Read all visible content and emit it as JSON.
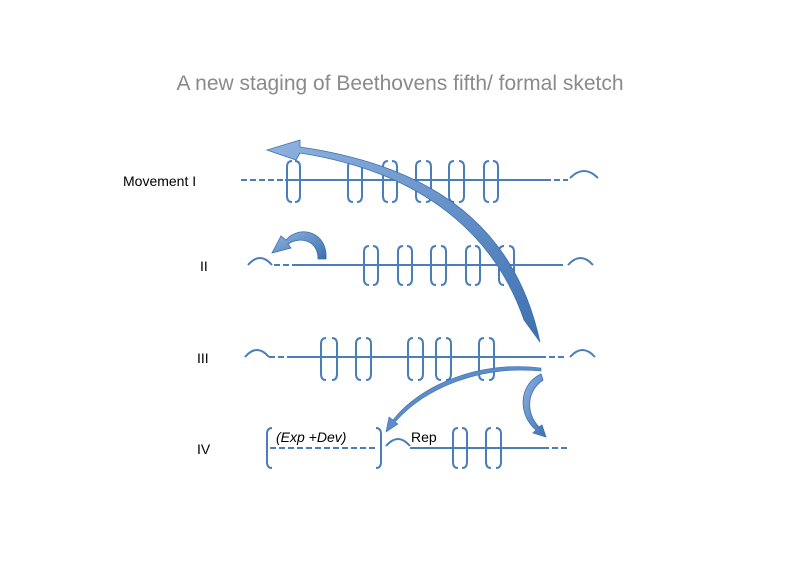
{
  "title": "A new staging of Beethovens fifth/ formal sketch",
  "rows": [
    {
      "label": "Movement I"
    },
    {
      "label": "II"
    },
    {
      "label": "III"
    },
    {
      "label": "IV",
      "section_a": "(Exp +Dev)",
      "section_b": "Rep"
    }
  ],
  "colors": {
    "line": "#4a7ebb",
    "title": "#8a8a8a"
  }
}
